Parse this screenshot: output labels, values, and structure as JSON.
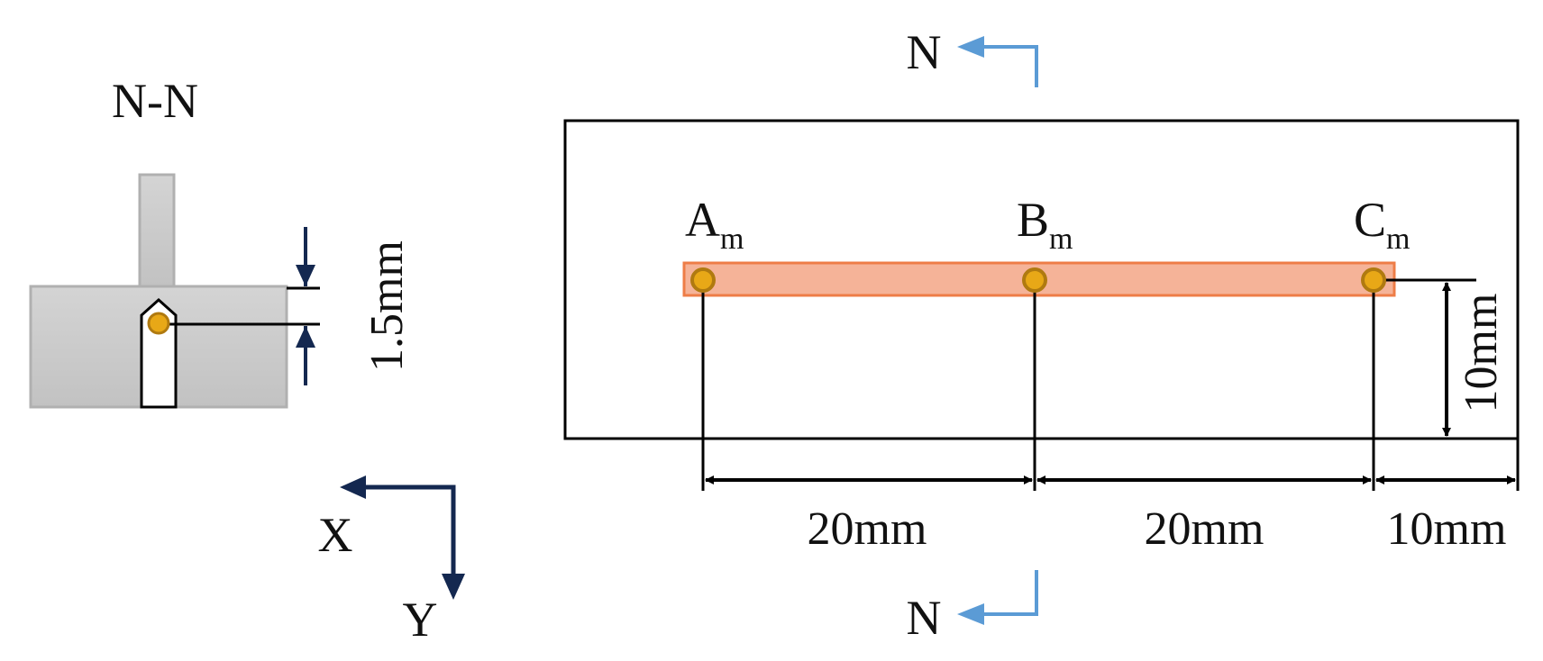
{
  "section_view": {
    "title": "N-N",
    "dimension": "1.5mm"
  },
  "axes": {
    "x_label": "X",
    "y_label": "Y"
  },
  "section_markers": {
    "top_label": "N",
    "bottom_label": "N"
  },
  "plan_view": {
    "points": [
      {
        "letter": "A",
        "sub": "m"
      },
      {
        "letter": "B",
        "sub": "m"
      },
      {
        "letter": "C",
        "sub": "m"
      }
    ],
    "dimensions": {
      "a_to_b": "20mm",
      "b_to_c": "20mm",
      "c_to_edge": "10mm",
      "line_to_bottom": "10mm"
    }
  },
  "colors": {
    "strip_fill": "#f5b398",
    "strip_stroke": "#ee7d47",
    "point_fill": "#e8a817",
    "point_stroke": "#b07a10",
    "arrow_blue": "#5b9bd5",
    "axis_navy": "#142850",
    "part_gray": "#cccccc"
  }
}
